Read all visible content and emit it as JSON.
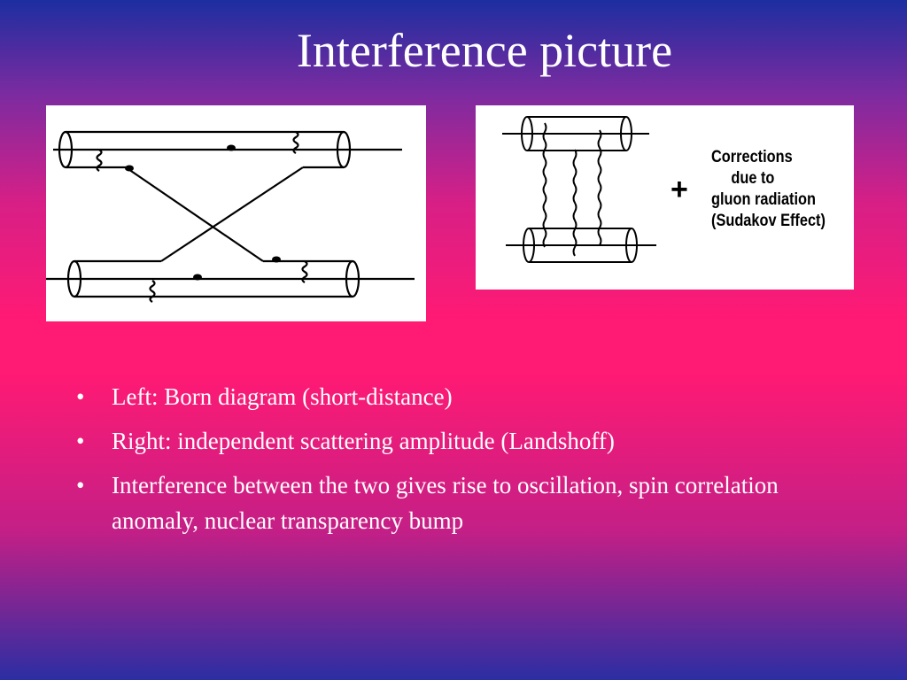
{
  "slide": {
    "title": "Interference picture",
    "right_panel": {
      "plus": "+",
      "corrections": [
        "Corrections",
        "due  to",
        "gluon radiation",
        "(Sudakov Effect)"
      ]
    },
    "bullets": [
      {
        "marker": "•",
        "text": "Left: Born diagram (short-distance)"
      },
      {
        "marker": "•",
        "text": "Right: independent scattering amplitude (Landshoff)"
      },
      {
        "marker": "•",
        "text": "Interference between the two gives rise to oscillation, spin correlation anomaly, nuclear transparency bump"
      }
    ]
  },
  "colors": {
    "text": "#ffffff",
    "diagram_ink": "#000000"
  }
}
